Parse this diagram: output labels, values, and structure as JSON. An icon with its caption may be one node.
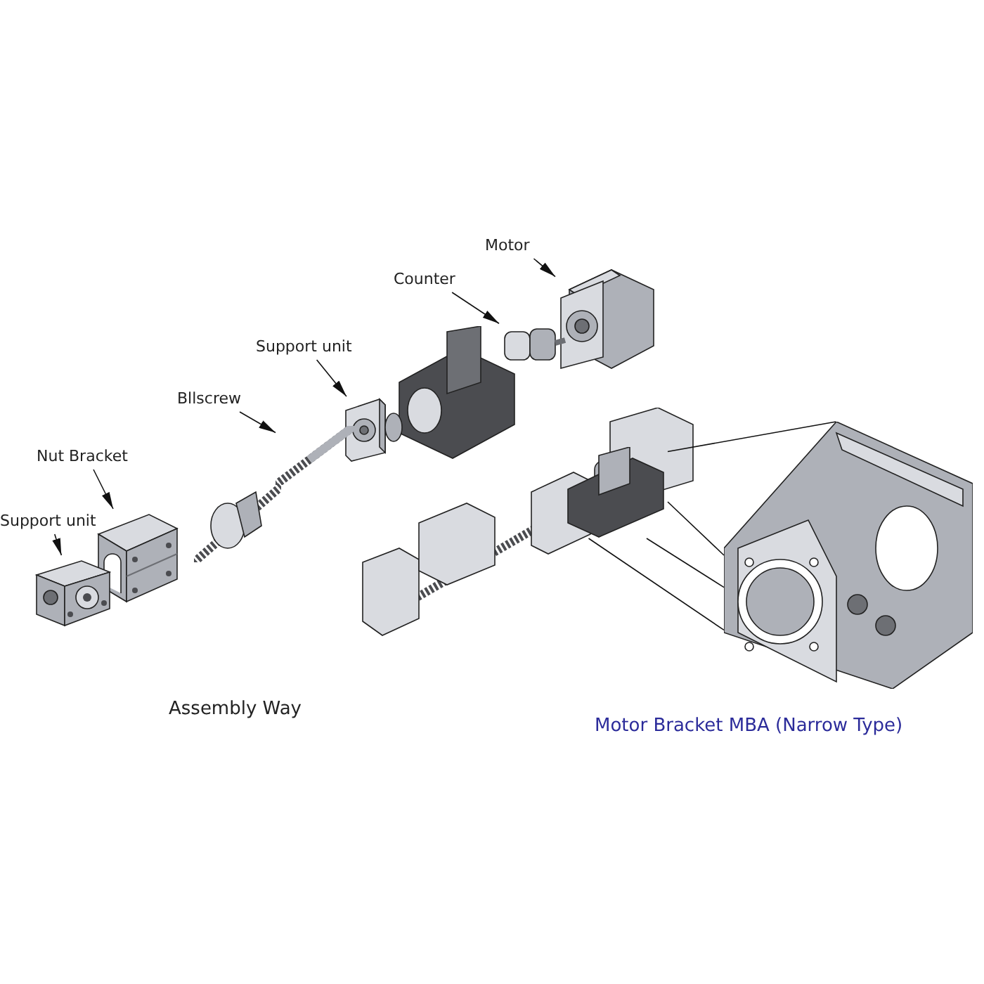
{
  "diagram": {
    "nodes": [
      {
        "text": [
          "Motor"
        ]
      },
      {
        "text": [
          "Counter"
        ]
      },
      {
        "text": [
          "Support unit"
        ]
      },
      {
        "text": [
          "Bllscrew"
        ]
      },
      {
        "text": [
          "Nut Bracket"
        ]
      },
      {
        "text": [
          "Support unit"
        ]
      },
      {
        "text": [],
        "shape": "picture"
      },
      {
        "text": [],
        "shape": "picture"
      },
      {
        "text": [],
        "shape": "picture"
      },
      {
        "text": [],
        "shape": "picture"
      },
      {
        "text": [],
        "shape": "picture"
      },
      {
        "text": [],
        "shape": "picture"
      },
      {
        "text": [],
        "shape": "picture"
      },
      {
        "text": [],
        "shape": "picture"
      }
    ],
    "edges": [
      {
        "from": 0,
        "to": 6,
        "arrow": "to"
      },
      {
        "from": 1,
        "to": 7,
        "arrow": "to"
      },
      {
        "from": 2,
        "to": 8,
        "arrow": "to"
      },
      {
        "from": 3,
        "to": 9,
        "arrow": "to"
      },
      {
        "from": 4,
        "to": 10,
        "arrow": "to"
      },
      {
        "from": 5,
        "to": 11,
        "arrow": "to"
      },
      {
        "from": 12,
        "to": 13,
        "arrow": "none"
      },
      {
        "from": 12,
        "to": 13,
        "arrow": "none"
      },
      {
        "from": 12,
        "to": 13,
        "arrow": "none"
      },
      {
        "from": 12,
        "to": 13,
        "arrow": "none"
      }
    ],
    "labels": [
      "Assembly Way",
      "Motor Bracket MBA (Narrow Type)"
    ]
  }
}
